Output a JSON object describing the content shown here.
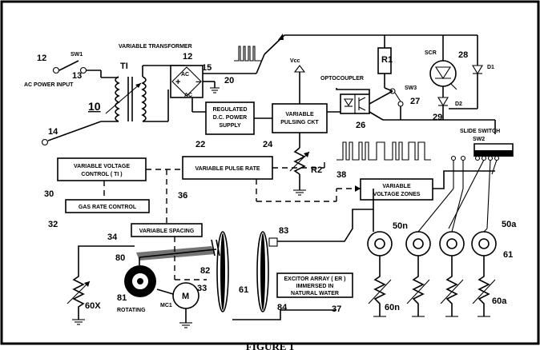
{
  "figure": {
    "caption": "FIGURE 1",
    "labels": {
      "variable_transformer": "VARIABLE TRANSFORMER",
      "transformer_id": "TI",
      "switch_id": "SW1",
      "ac_power_input": "AC POWER INPUT",
      "vcc": "Vcc",
      "optocoupler": "OPTOCOUPLER",
      "scr": "SCR",
      "d1": "D1",
      "d2": "D2",
      "sw3": "SW3",
      "r1": "R1",
      "r2": "R2",
      "slide_switch": "SLIDE SWITCH",
      "sw2": "SW2",
      "rotating": "ROTATING",
      "motor_id": "MC1",
      "motor_letter": "M",
      "ac": "AC",
      "plus": "+",
      "minus": "−"
    },
    "blocks": {
      "regulated_supply": [
        "REGULATED",
        "D.C. POWER",
        "SUPPLY"
      ],
      "pulsing_ckt": [
        "VARIABLE",
        "PULSING CKT"
      ],
      "voltage_control": [
        "VARIABLE VOLTAGE",
        "CONTROL ( TI )"
      ],
      "pulse_rate": "VARIABLE PULSE RATE",
      "gas_rate": "GAS RATE CONTROL",
      "spacing": "VARIABLE SPACING",
      "voltage_zones": [
        "VARIABLE",
        "VOLTAGE ZONES"
      ],
      "excitor": [
        "EXCITOR ARRAY ( ER )",
        "IMMERSED IN",
        "NATURAL WATER"
      ]
    },
    "refs": {
      "n12a": "12",
      "n12b": "12",
      "n13": "13",
      "n10": "10",
      "n14": "14",
      "n15": "15",
      "n20": "20",
      "n22": "22",
      "n24": "24",
      "n26": "26",
      "n27": "27",
      "n28": "28",
      "n29": "29",
      "n30": "30",
      "n32": "32",
      "n34": "34",
      "n36": "36",
      "n38": "38",
      "n37": "37",
      "n50n": "50n",
      "n50a": "50a",
      "n60n": "60n",
      "n60a": "60a",
      "n61a": "61",
      "n61b": "61",
      "n60x": "60X",
      "n80": "80",
      "n81": "81",
      "n82": "82",
      "n83": "83",
      "n84": "84",
      "n33": "33"
    }
  }
}
